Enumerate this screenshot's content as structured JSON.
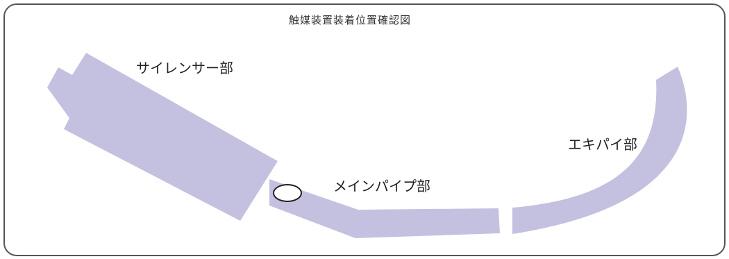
{
  "diagram": {
    "title": "触媒装置装着位置確認図",
    "labels": {
      "silencer": "サイレンサー部",
      "main_pipe": "メインパイプ部",
      "exhaust_pipe": "エキパイ部"
    },
    "colors": {
      "part_fill": "#c4c1e0",
      "border": "#555555",
      "marker_fill": "#ffffff",
      "marker_stroke": "#222222"
    }
  }
}
